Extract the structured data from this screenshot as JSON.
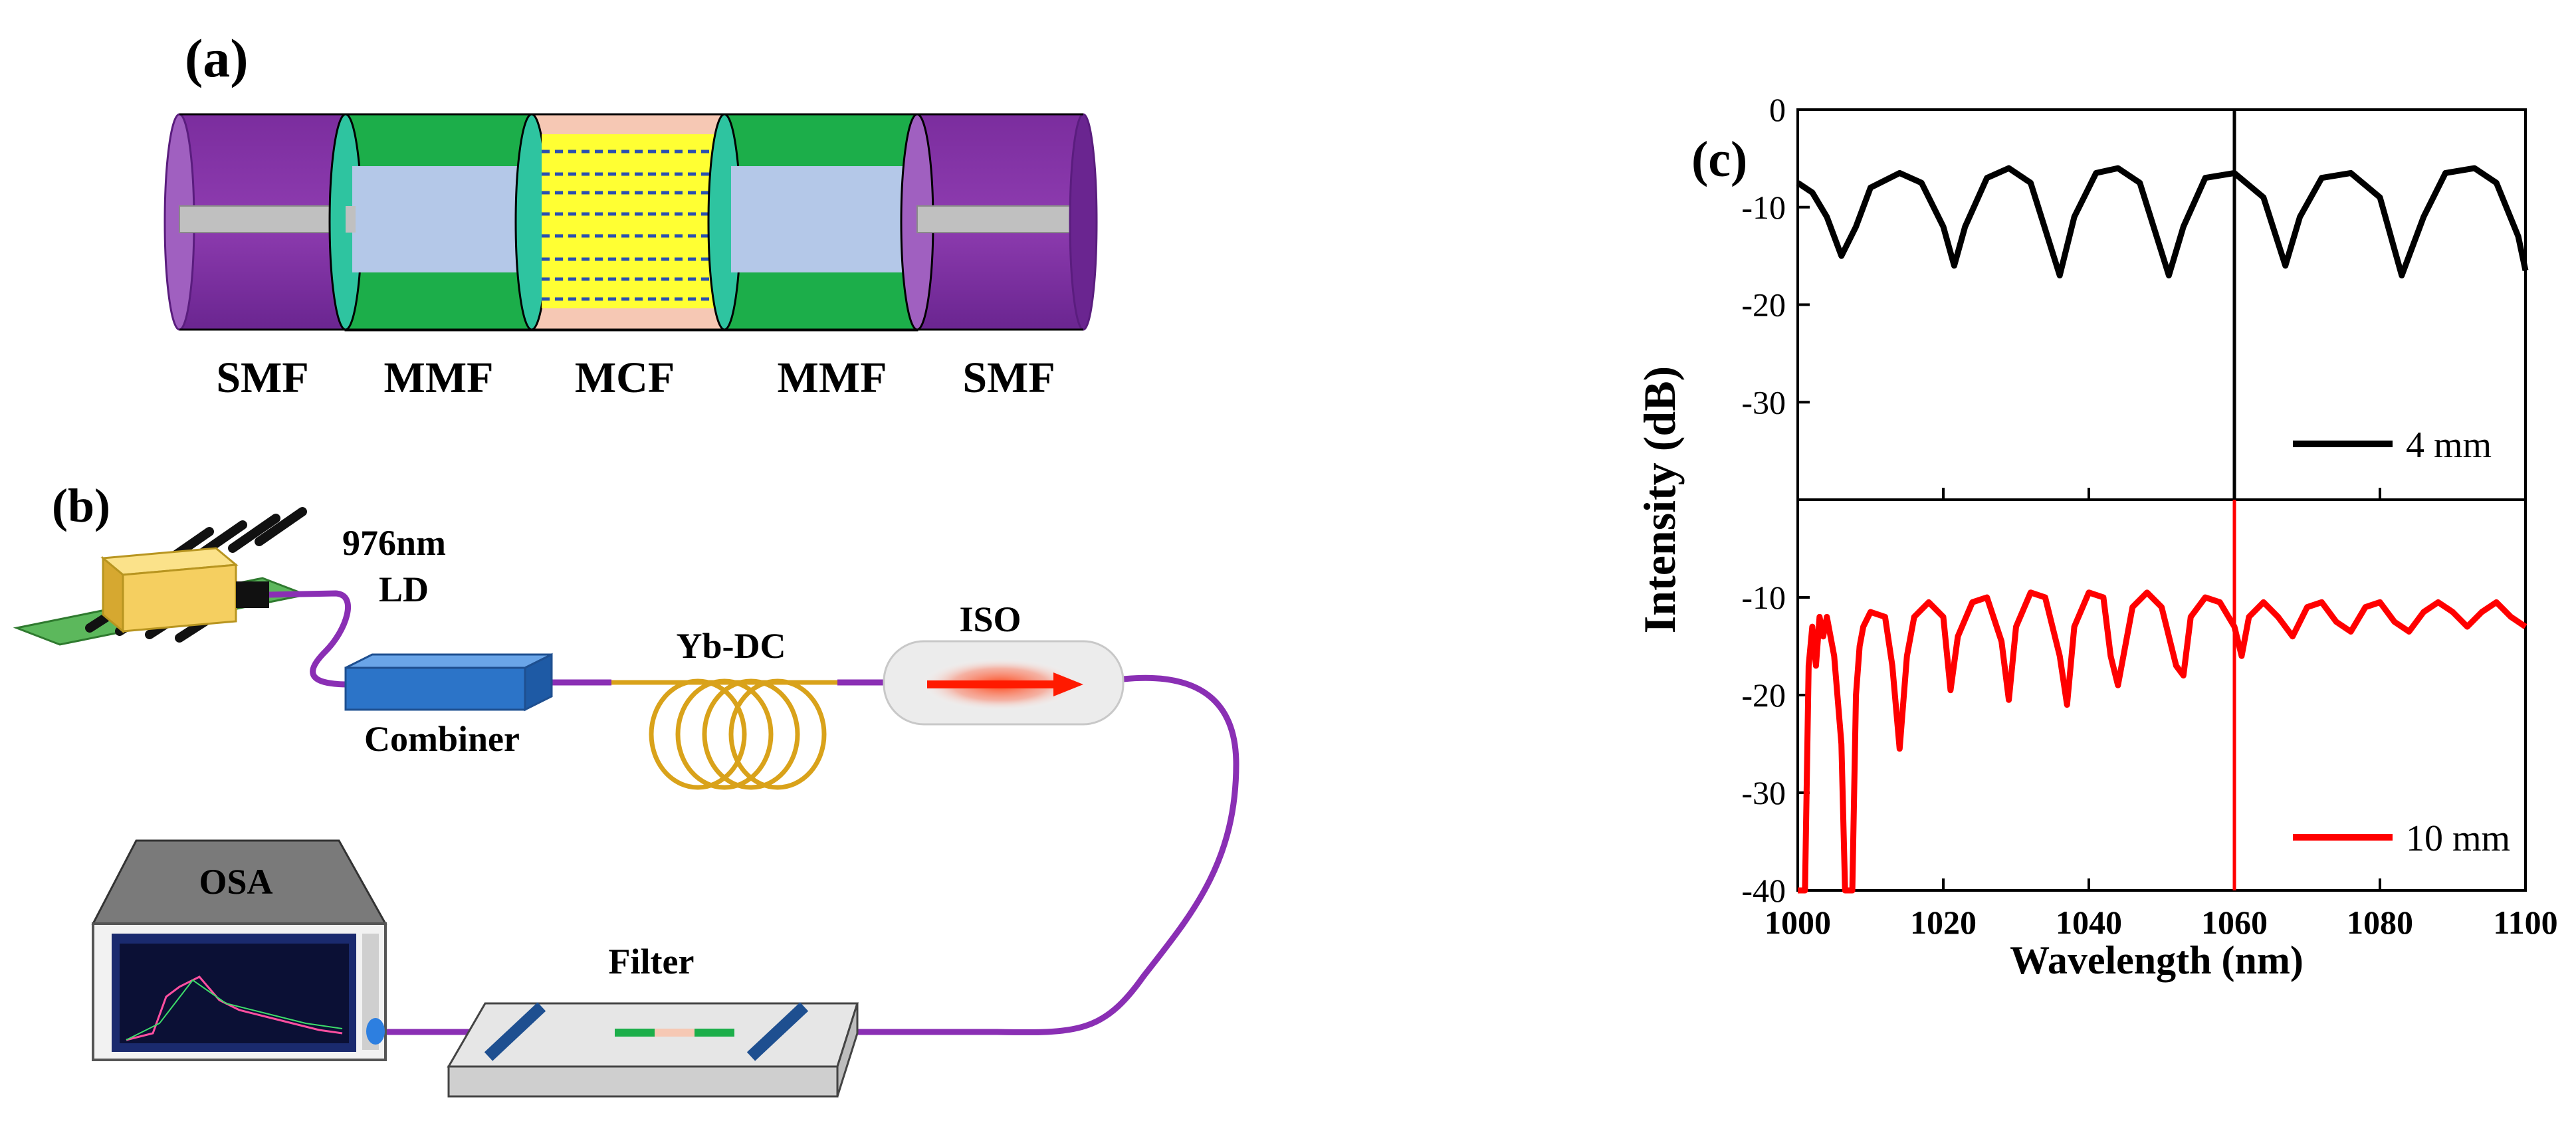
{
  "panel_a": {
    "label": "(a)",
    "segments": [
      "SMF",
      "MMF",
      "MCF",
      "MMF",
      "SMF"
    ],
    "colors": {
      "smf": "#7b2d9e",
      "mmf_cladding": "#1cae4a",
      "mmf_core": "#b4c8e8",
      "mcf_cladding": "#f6c8b4",
      "mcf_core": "#ffff33",
      "smf_core": "#c0c0c0",
      "interface": "#2ec4a0"
    }
  },
  "panel_b": {
    "label": "(b)",
    "ld_label_line1": "976nm",
    "ld_label_line2": "LD",
    "combiner_label": "Combiner",
    "ybdc_label": "Yb-DC",
    "iso_label": "ISO",
    "osa_label": "OSA",
    "filter_label": "Filter",
    "colors": {
      "fiber": "#8a2fb4",
      "gain_fiber": "#d9a21a",
      "combiner": "#2c74c8",
      "ld_body": "#f5cf60",
      "ld_board": "#5cb85c",
      "isolator_arrow": "#ff1a00",
      "filter_base": "#d4d4d4"
    }
  },
  "panel_c": {
    "label": "(c)",
    "ylabel": "Intensity (dB)",
    "xlabel": "Wavelength (nm)"
  },
  "chart_data": [
    {
      "type": "line",
      "panel": "top",
      "xlim": [
        1000,
        1100
      ],
      "ylim": [
        -40,
        0
      ],
      "yticks": [
        0,
        -10,
        -20,
        -30
      ],
      "xticks": [
        1000,
        1020,
        1040,
        1060,
        1080,
        1100
      ],
      "vline": 1060,
      "series": [
        {
          "name": "4 mm",
          "color": "#000000",
          "x": [
            1000,
            1002,
            1004,
            1006,
            1008,
            1010,
            1014,
            1017,
            1020,
            1021.5,
            1023,
            1026,
            1029,
            1032,
            1036,
            1038,
            1041,
            1044,
            1047,
            1051,
            1053,
            1056,
            1060,
            1064,
            1067,
            1069,
            1072,
            1076,
            1080,
            1083,
            1086,
            1089,
            1093,
            1096,
            1099,
            1100
          ],
          "values": [
            -7.5,
            -8.5,
            -11,
            -15,
            -12,
            -8,
            -6.5,
            -7.5,
            -12,
            -16,
            -12,
            -7,
            -6,
            -7.5,
            -17,
            -11,
            -6.5,
            -6,
            -7.5,
            -17,
            -12,
            -7,
            -6.5,
            -9,
            -16,
            -11,
            -7,
            -6.5,
            -9,
            -17,
            -11,
            -6.5,
            -6,
            -7.5,
            -13,
            -16.5
          ]
        }
      ]
    },
    {
      "type": "line",
      "panel": "bottom",
      "xlim": [
        1000,
        1100
      ],
      "ylim": [
        -40,
        0
      ],
      "yticks": [
        -10,
        -20,
        -30,
        -40
      ],
      "xticks": [
        1000,
        1020,
        1040,
        1060,
        1080,
        1100
      ],
      "vline": 1060,
      "series": [
        {
          "name": "10 mm",
          "color": "#ff0000",
          "x": [
            1000,
            1001,
            1001.5,
            1002,
            1002.5,
            1003,
            1003.5,
            1004,
            1005,
            1006,
            1006.5,
            1007,
            1007.5,
            1008,
            1008.5,
            1009,
            1010,
            1012,
            1013,
            1014,
            1015,
            1016,
            1018,
            1020,
            1021,
            1022,
            1024,
            1026,
            1028,
            1029,
            1030,
            1032,
            1034,
            1036,
            1037,
            1038,
            1040,
            1042,
            1043,
            1044,
            1046,
            1048,
            1050,
            1052,
            1053,
            1054,
            1056,
            1058,
            1060,
            1061,
            1062,
            1064,
            1066,
            1068,
            1070,
            1072,
            1074,
            1076,
            1078,
            1080,
            1082,
            1084,
            1086,
            1088,
            1090,
            1092,
            1094,
            1096,
            1098,
            1100
          ],
          "values": [
            -40,
            -40,
            -17,
            -13,
            -17,
            -12,
            -14,
            -12,
            -16,
            -25,
            -40,
            -40,
            -40,
            -20,
            -15,
            -13,
            -11.5,
            -12,
            -17,
            -25.5,
            -16,
            -12,
            -10.5,
            -12,
            -19.5,
            -14,
            -10.5,
            -10,
            -14.5,
            -20.5,
            -13,
            -9.5,
            -10,
            -16,
            -21,
            -13,
            -9.5,
            -10,
            -16,
            -19,
            -11,
            -9.5,
            -11,
            -17,
            -18,
            -12,
            -10,
            -10.5,
            -13,
            -16,
            -12,
            -10.5,
            -12,
            -14,
            -11,
            -10.5,
            -12.5,
            -13.5,
            -11,
            -10.5,
            -12.5,
            -13.5,
            -11.5,
            -10.5,
            -11.5,
            -13,
            -11.5,
            -10.5,
            -12,
            -13
          ]
        }
      ]
    }
  ]
}
